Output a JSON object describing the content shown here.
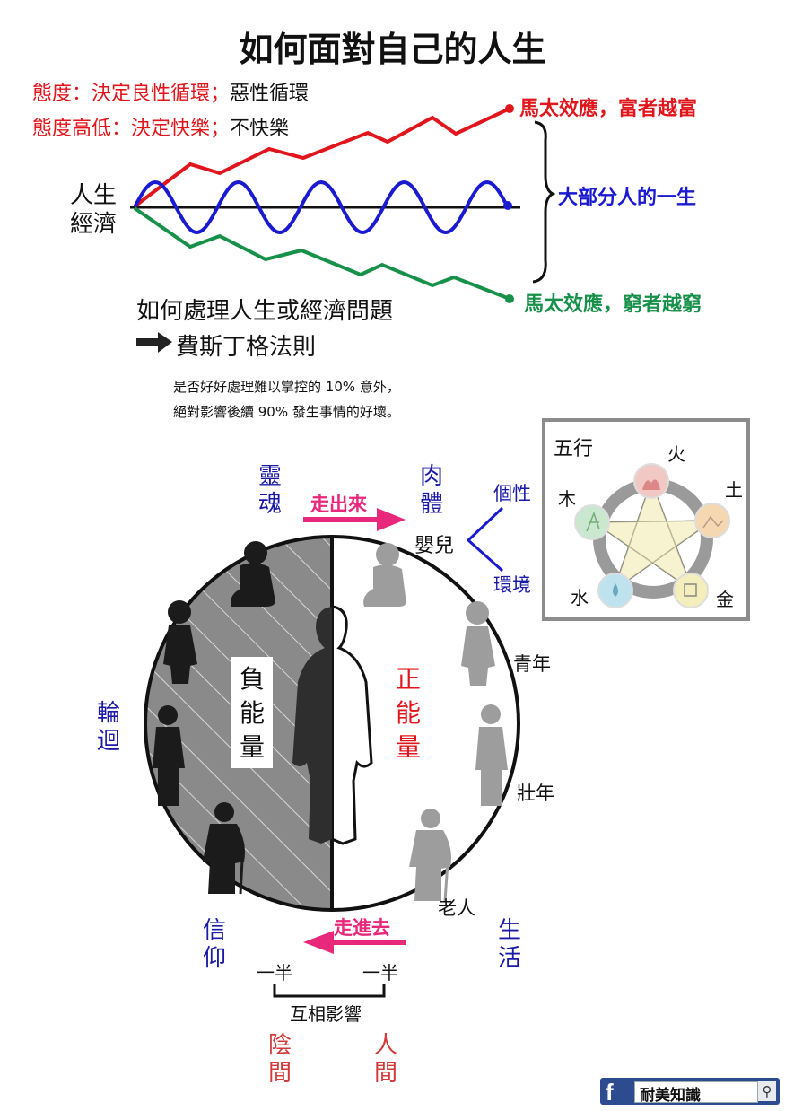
{
  "title": "如何面對自己的人生",
  "attitude": {
    "line1_red": "態度：決定良性循環；",
    "line1_black": "惡性循環",
    "line2_red": "態度高低：決定快樂；",
    "line2_black": "不快樂"
  },
  "chart": {
    "axis_label_line1": "人生",
    "axis_label_line2": "經濟",
    "rich_label": "馬太效應，富者越富",
    "most_label": "大部分人的一生",
    "poor_label": "馬太效應，窮者越窮",
    "colors": {
      "rich": "#e0161c",
      "most": "#1a1ad0",
      "poor": "#17914a",
      "axis": "#111111"
    }
  },
  "method": {
    "question": "如何處理人生或經濟問題",
    "rule": "費斯丁格法則",
    "note_line1": "是否好好處理難以掌控的 10% 意外，",
    "note_line2": "絕對影響後續 90% 發生事情的好壞。"
  },
  "wuxing": {
    "title": "五行",
    "fire": "火",
    "earth": "土",
    "wood": "木",
    "water": "水",
    "metal": "金"
  },
  "cycle": {
    "soul": "靈魂",
    "walk_out": "走出來",
    "body": "肉體",
    "baby": "嬰兒",
    "personality": "個性",
    "environment": "環境",
    "youth": "青年",
    "adult": "壯年",
    "elder": "老人",
    "reincarnation": "輪迴",
    "negative": "負能量",
    "positive": "正能量",
    "walk_in": "走進去",
    "faith": "信仰",
    "life": "生活",
    "half_left": "一半",
    "half_right": "一半",
    "mutual": "互相影響",
    "underworld": "陰間",
    "human_world": "人間"
  },
  "badge": {
    "text": "耐美知識"
  }
}
